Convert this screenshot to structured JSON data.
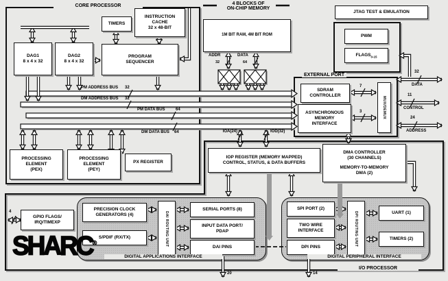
{
  "colors": {
    "canvas_bg": "#e9e9e7",
    "box_bg": "#ffffff",
    "group_bg": "#c6c6c6",
    "line": "#111111"
  },
  "core": {
    "title": "CORE PROCESSOR",
    "timers": "TIMERS",
    "icache_l1": "INSTRUCTION",
    "icache_l2": "CACHE",
    "icache_l3": "32 x 48-BIT",
    "dag1_l1": "DAG1",
    "dag1_l2": "8 x 4 x 32",
    "dag2_l1": "DAG2",
    "dag2_l2": "8 x 4 x 32",
    "seq_l1": "PROGRAM",
    "seq_l2": "SEQUENCER",
    "pex_l1": "PROCESSING",
    "pex_l2": "ELEMENT",
    "pex_l3": "(PEX)",
    "pey_l1": "PROCESSING",
    "pey_l2": "ELEMENT",
    "pey_l3": "(PEY)",
    "px": "PX REGISTER"
  },
  "buses": [
    {
      "label": "PM ADDRESS BUS",
      "width": "32"
    },
    {
      "label": "DM ADDRESS BUS",
      "width": "32"
    },
    {
      "label": "PM DATA BUS",
      "width": "64"
    },
    {
      "label": "DM DATA BUS",
      "width": "64"
    }
  ],
  "memory": {
    "title_l1": "4 BLOCKS OF",
    "title_l2": "ON-CHIP MEMORY",
    "body": "1M BIT RAM, 4M BIT ROM",
    "addr_label": "ADDR",
    "data_label": "DATA",
    "addr_width": "32",
    "data_width": "64"
  },
  "io_buses": {
    "ioa": "IOA(24)",
    "iod": "IOD(32)"
  },
  "jtag": {
    "label": "JTAG TEST & EMULATION"
  },
  "pwm_flags": {
    "pwm": "PWM",
    "flags": "FLAGS",
    "flags_sub": "0-15"
  },
  "external_port": {
    "title": "EXTERNAL PORT",
    "sdram_l1": "SDRAM",
    "sdram_l2": "CONTROLLER",
    "async_l1": "ASYNCHRONOUS",
    "async_l2": "MEMORY",
    "async_l3": "INTERFACE",
    "mux": "MUX/DEMUX",
    "sdram_bus_width": "7",
    "async_bus_width": "3",
    "pins": [
      {
        "width": "32",
        "label": "DATA"
      },
      {
        "width": "11",
        "label": "CONTROL"
      },
      {
        "width": "24",
        "label": "ADDRESS"
      }
    ]
  },
  "iop": {
    "label": "I/O PROCESSOR",
    "reg_l1": "IOP REGISTER (MEMORY MAPPED)",
    "reg_l2": "CONTROL, STATUS, & DATA BUFFERS",
    "dma_l1": "DMA CONTROLLER",
    "dma_l2": "(30 CHANNELS)",
    "dma_l3": "MEMORY-TO-MEMORY",
    "dma_l4": "DMA (2)"
  },
  "dai": {
    "title": "DIGITAL APPLICATIONS INTERFACE",
    "pcg_l1": "PRECISION CLOCK",
    "pcg_l2": "GENERATORS (4)",
    "spdif": "S/PDIF (RX/TX)",
    "routing": "DAI ROUTING UNIT",
    "serial_ports": "SERIAL PORTS (8)",
    "idp_l1": "INPUT DATA PORT/",
    "idp_l2": "PDAP",
    "pins": "DAI PINS",
    "pin_count": "20"
  },
  "dpi": {
    "title": "DIGITAL PERIPHERAL INTERFACE",
    "spi": "SPI PORT (2)",
    "twi_l1": "TWO WIRE",
    "twi_l2": "INTERFACE",
    "pins": "DPI PINS",
    "routing": "DPI ROUTING UNIT",
    "uart": "UART (1)",
    "timers": "TIMERS (2)",
    "pin_count": "14"
  },
  "gpio": {
    "l1": "GPIO FLAGS/",
    "l2": "IRQ/TIMEXP",
    "count": "4"
  },
  "logo": {
    "text": "SHARC",
    "reg": "®"
  }
}
